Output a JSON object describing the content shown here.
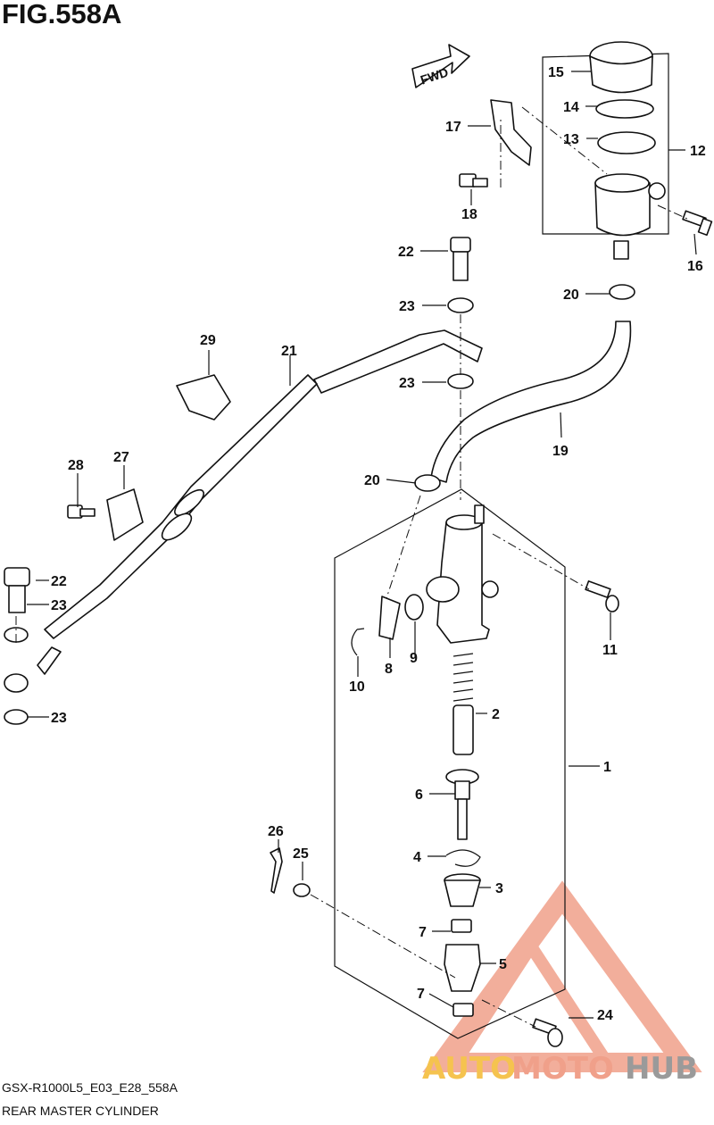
{
  "figure": {
    "title": "FIG.558A",
    "code": "GSX-R1000L5_E03_E28_558A",
    "name": "REAR MASTER CYLINDER"
  },
  "fwd_label": "FWD",
  "callouts": [
    "1",
    "2",
    "3",
    "4",
    "5",
    "6",
    "7",
    "7",
    "8",
    "9",
    "10",
    "11",
    "12",
    "13",
    "14",
    "15",
    "16",
    "17",
    "18",
    "19",
    "20",
    "20",
    "21",
    "22",
    "22",
    "23",
    "23",
    "23",
    "23",
    "24",
    "25",
    "26",
    "27",
    "28",
    "29"
  ],
  "watermark": {
    "part1": "AUTO",
    "part2": "MOTO",
    "part3": "HUB",
    "color_primary": "#f0a08a",
    "color_secondary": "#f5c34f",
    "color_tertiary": "#9a9a9a"
  }
}
